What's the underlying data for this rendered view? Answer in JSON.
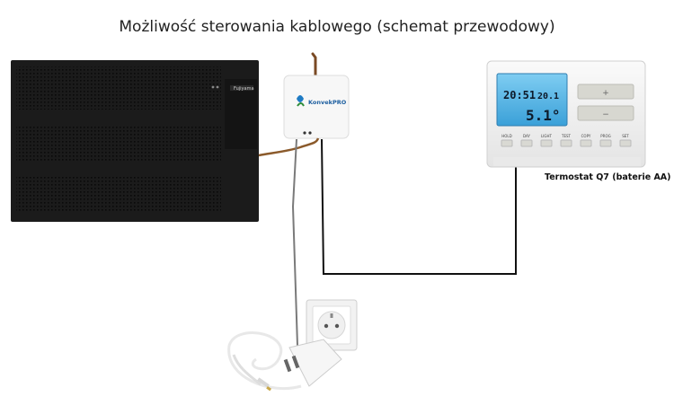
{
  "title": "Możliwość sterowania kablowego (schemat przewodowy)",
  "thermostat_caption": "Termostat Q7 (baterie AA)",
  "heater_brand": "Fujiyama",
  "module_brand": "KonvekPRO",
  "thermostat": {
    "buttons": [
      "HOLD",
      "DAY",
      "LIGHT",
      "TEST",
      "COPY",
      "PROG",
      "SET"
    ],
    "lcd_time": "20:51",
    "lcd_temp_small": "20.1",
    "lcd_temp_big": "5.1°",
    "up_button": "+",
    "down_button": "−"
  },
  "colors": {
    "heater": "#1b1b1b",
    "cable_brown": "#8b5a2b",
    "cable_black": "#111111",
    "cable_grey": "#7a7a7a",
    "thermostat_body": "#f4f4f4",
    "lcd": "#5cb8e6"
  }
}
